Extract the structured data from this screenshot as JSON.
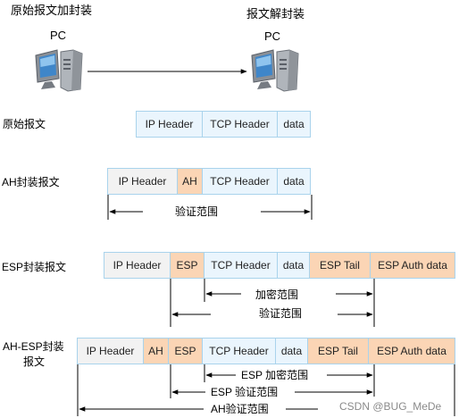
{
  "header": {
    "sender_title": "原始报文加封装",
    "sender_pc": "PC",
    "receiver_title": "报文解封装",
    "receiver_pc": "PC"
  },
  "rows": {
    "original": {
      "label": "原始报文",
      "segments": [
        "IP Header",
        "TCP Header",
        "data"
      ]
    },
    "ah": {
      "label": "AH封装报文",
      "segments": [
        "IP Header",
        "AH",
        "TCP Header",
        "data"
      ],
      "range_auth": "验证范围"
    },
    "esp": {
      "label": "ESP封装报文",
      "segments": [
        "IP Header",
        "ESP",
        "TCP Header",
        "data",
        "ESP Tail",
        "ESP Auth data"
      ],
      "range_encrypt": "加密范围",
      "range_auth": "验证范围"
    },
    "ah_esp": {
      "label_line1": "AH-ESP封装",
      "label_line2": "报文",
      "segments": [
        "IP Header",
        "AH",
        "ESP",
        "TCP Header",
        "data",
        "ESP Tail",
        "ESP Auth data"
      ],
      "range_esp_encrypt": "ESP 加密范围",
      "range_esp_auth": "ESP 验证范围",
      "range_ah_auth": "AH验证范围"
    }
  },
  "watermark": "CSDN @BUG_MeDe",
  "colors": {
    "header": "#f2f2f2",
    "ipsec": "#fbd5b5",
    "payload": "#eaf5fd",
    "border": "#a9d3ec"
  }
}
